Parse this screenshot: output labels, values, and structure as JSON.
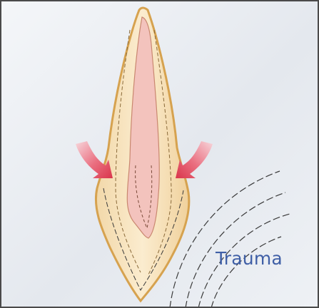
{
  "diagram": {
    "label": "Trauma",
    "colors": {
      "tooth_fill": "#f6e3bd",
      "tooth_outline": "#d6a24f",
      "pulp": "#f3c3bd",
      "force_arrow": "#e2566a",
      "trauma_waves": "#3a3a3a",
      "label": "#3f5fa6"
    },
    "arrows": [
      "force-arrow-left",
      "force-arrow-right"
    ],
    "icons": [
      "impact-wave-icon"
    ]
  }
}
